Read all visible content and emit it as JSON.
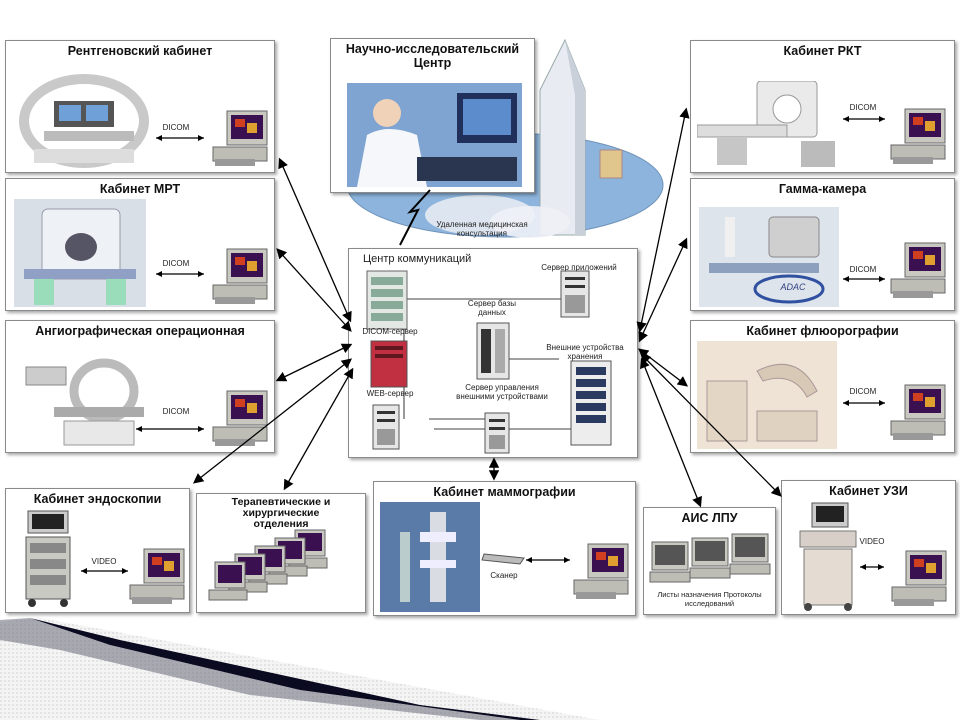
{
  "center": {
    "title": "Центр коммуникаций",
    "app_server": "Сервер приложений",
    "db_server": "Сервер базы данных",
    "dicom_server": "DICOM-сервер",
    "external_storage": "Внешние устройства хранения",
    "web_server": "WEB-сервер",
    "storage_mgmt_server": "Сервер управления внешними устройствами"
  },
  "research": {
    "title": "Научно-исследовательский Центр",
    "remote_consult": "Удаленная медицинская консультация"
  },
  "rooms": {
    "xray": {
      "title": "Рентгеновский кабинет",
      "link": "DICOM"
    },
    "mri": {
      "title": "Кабинет МРТ",
      "link": "DICOM"
    },
    "angio": {
      "title": "Ангиографическая операционная",
      "link": "DICOM"
    },
    "endo": {
      "title": "Кабинет эндоскопии",
      "link": "VIDEO"
    },
    "therapy": {
      "title": "Терапевтические и хирургические отделения"
    },
    "mammo": {
      "title": "Кабинет маммографии",
      "scanner": "Сканер"
    },
    "ais": {
      "title": "АИС ЛПУ",
      "caption": "Листы назначения Протоколы исследований"
    },
    "uzi": {
      "title": "Кабинет УЗИ",
      "link": "VIDEO"
    },
    "rkt": {
      "title": "Кабинет РКТ",
      "link": "DICOM"
    },
    "gamma": {
      "title": "Гамма-камера",
      "link": "DICOM",
      "logo": "ADAC"
    },
    "fluoro": {
      "title": "Кабинет флюорографии",
      "link": "DICOM"
    }
  },
  "colors": {
    "panel_border": "#8a8a8a",
    "ellipse_fill": "#8db4dc",
    "monitor_body": "#c8c8c0",
    "screen": "#3a1050",
    "arrow": "#000000",
    "footer_dark": "#0a0a20"
  }
}
